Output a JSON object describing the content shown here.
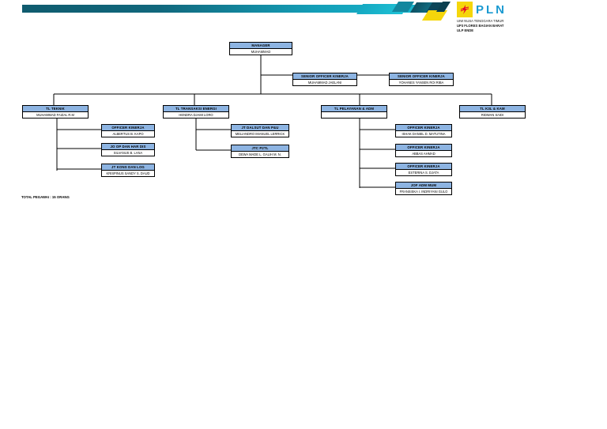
{
  "header": {
    "brand": "PLN",
    "logo_icon": "pln-lightning-icon",
    "accent_yellow": "#f5d60b",
    "accent_teal": "#11687d",
    "unit_lines": [
      "UIW NUSA TENGGARA TIMUR",
      "UP3 FLORES BAGIAN BARAT",
      "ULP ENDE"
    ]
  },
  "chart_data": {
    "type": "org-chart",
    "title": "Struktur Organisasi ULP Ende",
    "node_title_color": "#8db4e2",
    "node_border_color": "#000000",
    "nodes": [
      {
        "id": "manager",
        "title": "MANAGER",
        "name": "MUHAMMAD",
        "level": 0
      },
      {
        "id": "sok1",
        "title": "SENIOR OFFICER KINERJA",
        "name": "MUHAMMAD JAELANI",
        "level": 1
      },
      {
        "id": "sok2",
        "title": "SENIOR OFFICER KINERJA",
        "name": "YOHANES YANSEN ROI RIBA",
        "level": 1
      },
      {
        "id": "tl-teknik",
        "title": "TL TEKNIK",
        "name": "MUHAMMAD FAIZAL R.M",
        "level": 2
      },
      {
        "id": "tl-trans",
        "title": "TL TRANSAKSI ENERGI",
        "name": "HENDRA DJAMI LORO",
        "level": 2
      },
      {
        "id": "tl-yan",
        "title": "TL PELAYANAN & ADM",
        "name": "",
        "level": 2
      },
      {
        "id": "tl-k3l",
        "title": "TL K3L & KAM",
        "name": "RIDWAN SAIDI",
        "level": 2
      },
      {
        "id": "ok-teknik",
        "title": "OFFICER KINERJA",
        "name": "ALBERTUS B. KAPO",
        "level": 3
      },
      {
        "id": "jo-ophar",
        "title": "JO OP DAN HAR DIS",
        "name": "SILVANUS B. LANA",
        "level": 3
      },
      {
        "id": "jt-konslog",
        "title": "JT KONS DAN LOG",
        "name": "KRISPINUS SANDY S. DAUD",
        "level": 3
      },
      {
        "id": "jt-dalsut",
        "title": "JT DALSUT DAN P&U",
        "name": "MELIANDRO IMANUEL LERRICK",
        "level": 3
      },
      {
        "id": "jtc-p2tl",
        "title": "JTC P2TL",
        "name": "DEWA MADE L. GALIH M. N.",
        "level": 3
      },
      {
        "id": "ok-yan1",
        "title": "OFFICER KINERJA",
        "name": "ISHAK DANIEL D. MATUTINA",
        "level": 3
      },
      {
        "id": "ok-yan2",
        "title": "OFFICER KINERJA",
        "name": "ABBAS AHMAD",
        "level": 3
      },
      {
        "id": "ok-yan3",
        "title": "OFFICER KINERJA",
        "name": "ESTERINA S. DJATA",
        "level": 3
      },
      {
        "id": "jof-adm",
        "title": "JOF ADM MUM",
        "name": "FRANSISKA I. INDRIYANI GULO",
        "level": 3
      }
    ]
  },
  "footer": {
    "total_label": "TOTAL PEGAWAI : 15 ORANG"
  }
}
